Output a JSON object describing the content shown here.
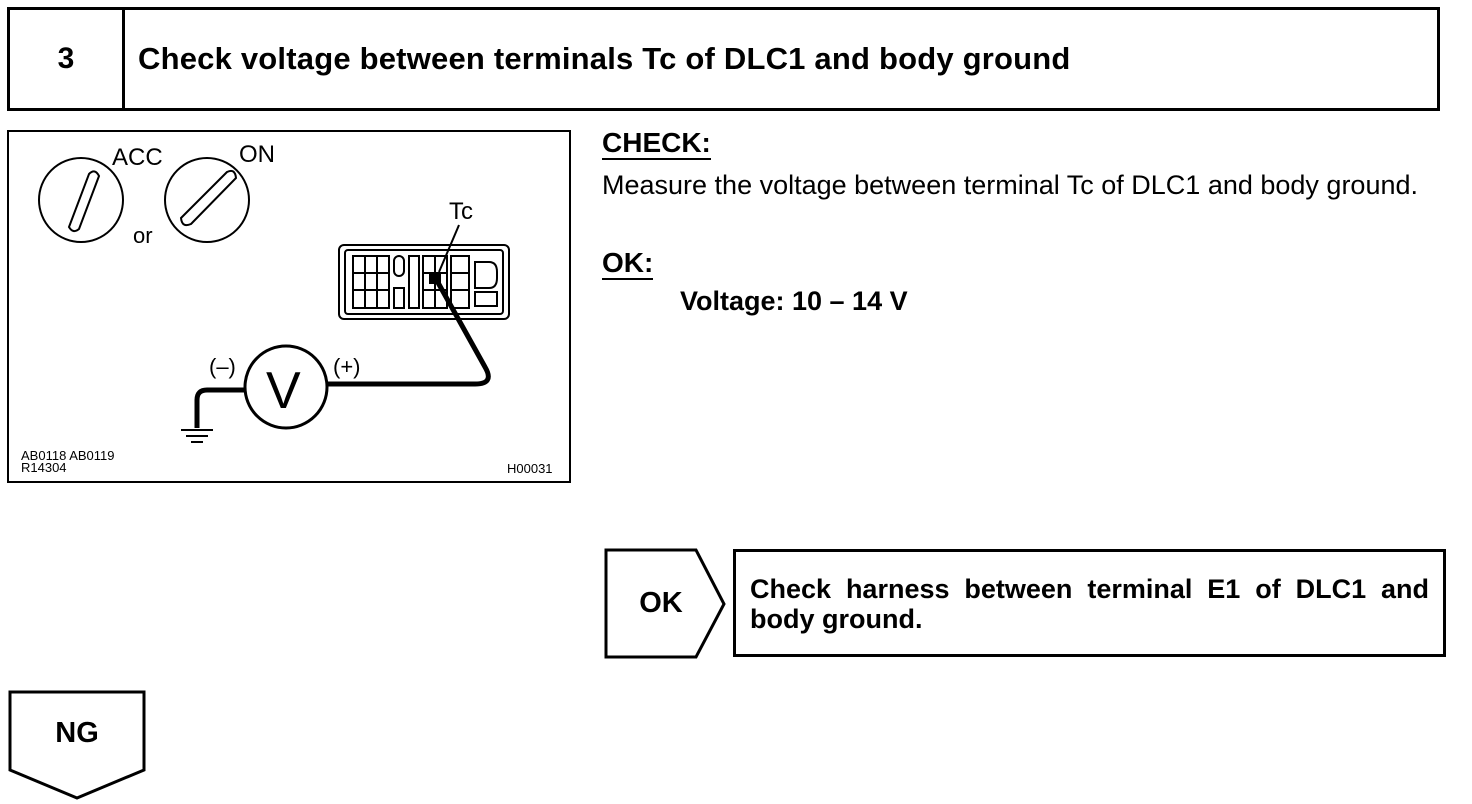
{
  "header": {
    "step_number": "3",
    "title": "Check voltage between terminals Tc of DLC1 and body ground"
  },
  "figure": {
    "label_acc": "ACC",
    "label_on": "ON",
    "label_or": "or",
    "label_tc": "Tc",
    "meter_symbol": "V",
    "label_negative": "(–)",
    "label_positive": "(+)",
    "ref_codes_line1": "AB0118 AB0119",
    "ref_codes_line2": "R14304",
    "figure_code": "H00031"
  },
  "check": {
    "heading": "CHECK:",
    "text": "Measure the voltage between terminal Tc of DLC1 and body ground."
  },
  "ok_spec": {
    "heading": "OK:",
    "spec": "Voltage: 10 – 14 V"
  },
  "ok_result": {
    "label": "OK",
    "action": "Check harness between terminal E1 of DLC1 and body ground."
  },
  "ng_result": {
    "label": "NG"
  }
}
